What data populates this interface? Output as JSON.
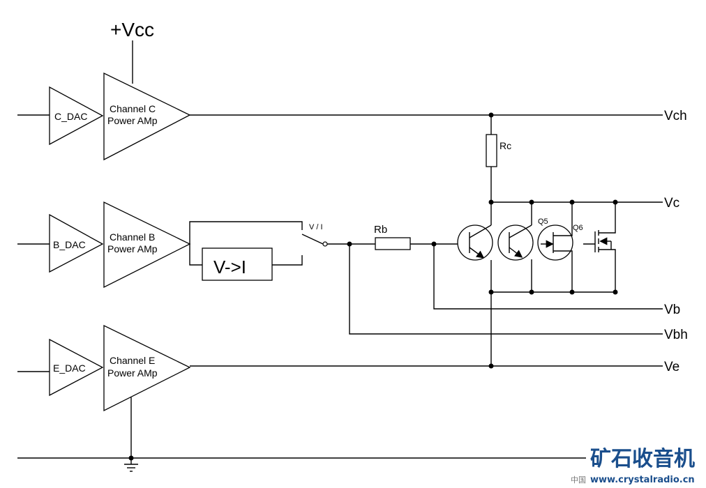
{
  "supply": {
    "vcc": "+Vcc"
  },
  "dacs": {
    "c": "C_DAC",
    "b": "B_DAC",
    "e": "E_DAC"
  },
  "amps": {
    "c": {
      "line1": "Channel C",
      "line2": "Power AMp"
    },
    "b": {
      "line1": "Channel B",
      "line2": "Power AMp"
    },
    "e": {
      "line1": "Channel E",
      "line2": "Power AMp"
    }
  },
  "converter": "V->I",
  "switch_label": "V / I",
  "resistors": {
    "rb": "Rb",
    "rc": "Rc"
  },
  "transistors": {
    "q5": "Q5",
    "q6": "Q6"
  },
  "outputs": {
    "vch": "Vch",
    "vc": "Vc",
    "vb": "Vb",
    "vbh": "Vbh",
    "ve": "Ve"
  },
  "watermark": {
    "title": "矿石收音机",
    "prefix": "中国",
    "url": "www.crystalradio.cn"
  }
}
